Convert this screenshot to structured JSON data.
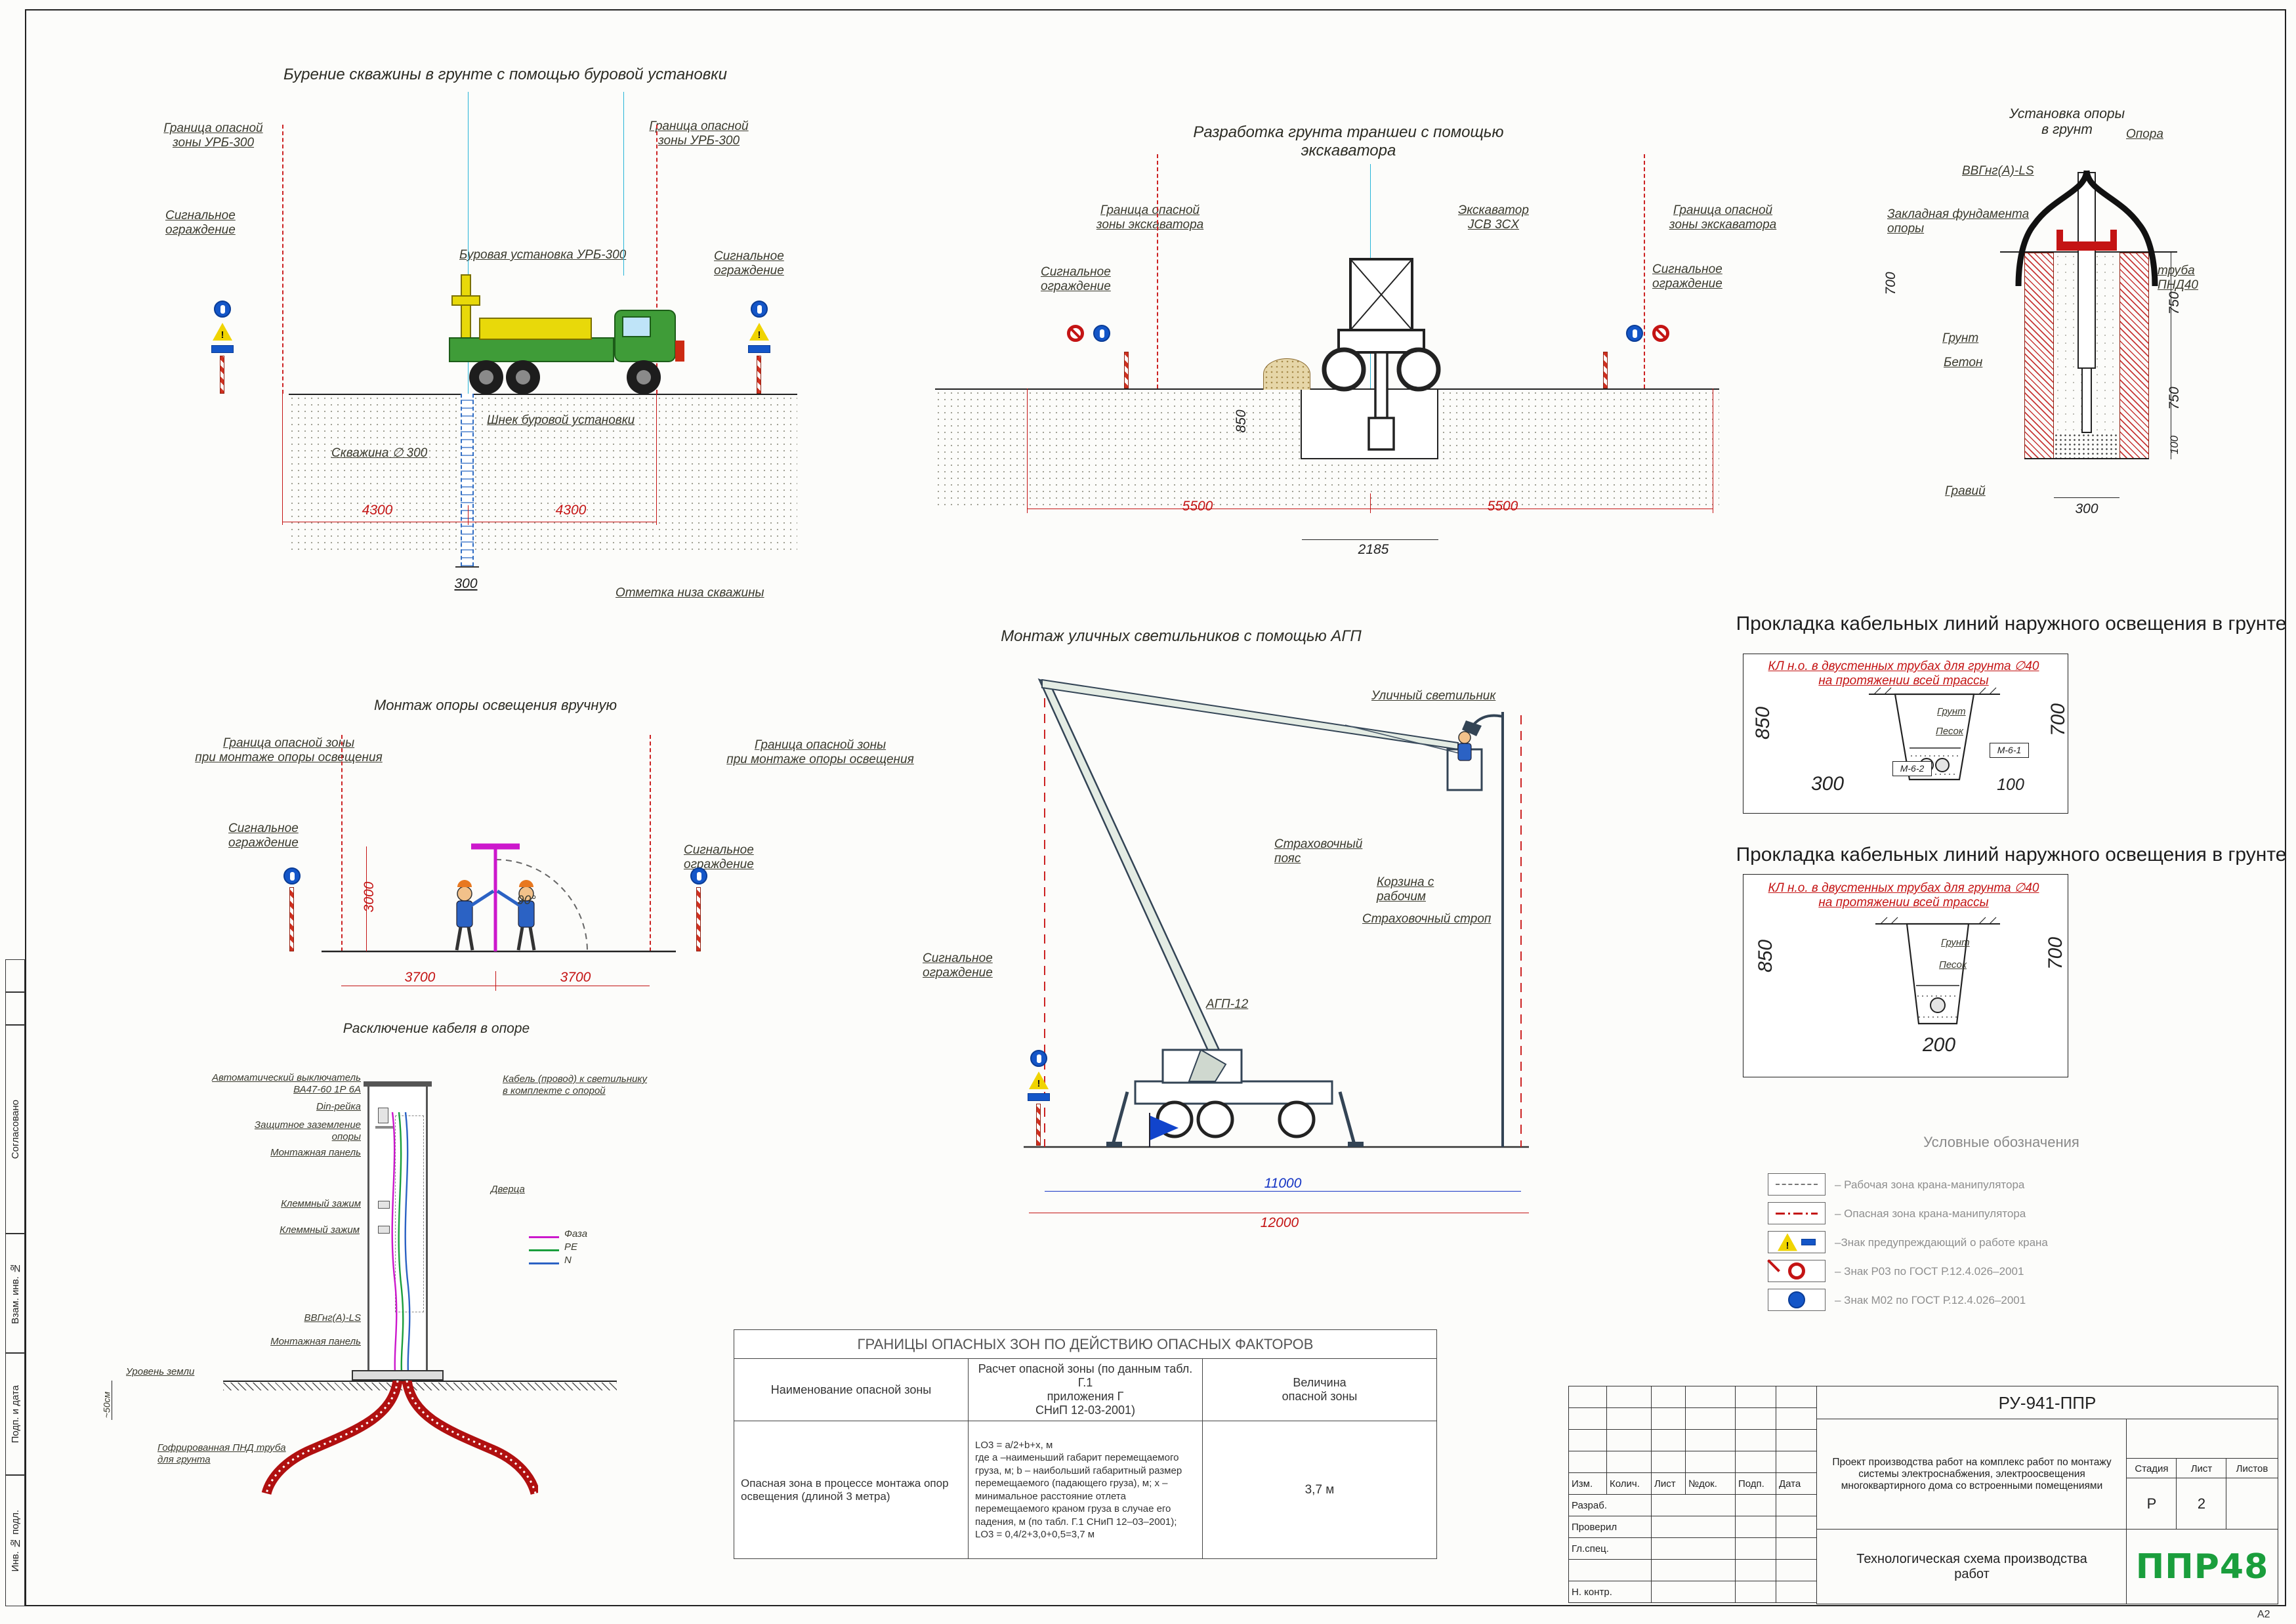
{
  "sheet": {
    "format": "А2"
  },
  "stamp_strip": {
    "soglasovano": "Согласовано",
    "vzam": "Взам. инв. №",
    "podp": "Подп. и дата",
    "inv": "Инв. № подл."
  },
  "drilling": {
    "title": "Бурение скважины в грунте с помощью буровой установки",
    "boundary_left": "Граница опасной\nзоны УРБ-300",
    "boundary_right": "Граница опасной\nзоны УРБ-300",
    "fence_left": "Сигнальное\nограждение",
    "fence_right": "Сигнальное\nограждение",
    "rig_label": "Буровая установка УРБ-300",
    "auger_label": "Шнек буровой установки",
    "well_label": "Скважина ∅ 300",
    "bottom_label": "Отметка низа скважины",
    "dim_left": "4300",
    "dim_right": "4300",
    "dim_well": "300"
  },
  "excavation": {
    "title": "Разработка грунта траншеи с помощью экскаватора",
    "boundary_left": "Граница опасной\nзоны экскаватора",
    "boundary_right": "Граница опасной\nзоны экскаватора",
    "machine_label": "Экскаватор\nJCB 3CX",
    "fence_left": "Сигнальное\nограждение",
    "fence_right": "Сигнальное\nограждение",
    "dim_left": "5500",
    "dim_right": "5500",
    "dim_width": "2185",
    "dim_depth": "850"
  },
  "foundation": {
    "title": "Установка опоры\nв грунт",
    "opora": "Опора",
    "cable": "ВВГнг(А)-LS",
    "embed": "Закладная фундамента\nопоры",
    "pipe": "труба\nПНД40",
    "soil": "Грунт",
    "concrete": "Бетон",
    "gravel": "Гравий",
    "dim_700": "700",
    "dim_750a": "750",
    "dim_750b": "750",
    "dim_100": "100",
    "dim_300": "300"
  },
  "manual_pole": {
    "title": "Монтаж опоры освещения вручную",
    "boundary_left": "Граница опасной зоны\nпри монтаже опоры освещения",
    "boundary_right": "Граница опасной зоны\nпри монтаже опоры освещения",
    "fence_left": "Сигнальное\nограждение",
    "fence_right": "Сигнальное\nограждение",
    "angle": "90°",
    "dim_height": "3000",
    "dim_left": "3700",
    "dim_right": "3700"
  },
  "agp": {
    "title": "Монтаж уличных светильников с помощью АГП",
    "lamp": "Уличный светильник",
    "belt": "Страховочный\nпояс",
    "basket": "Корзина с\nрабочим",
    "strop": "Страховочный строп",
    "fence": "Сигнальное\nограждение",
    "machine": "АГП-12",
    "dim_inner": "11000",
    "dim_outer": "12000"
  },
  "cable1": {
    "title": "Прокладка  кабельных  линий  наружного  освещения  в  грунте",
    "note": "КЛ н.о. в двустенных трубах для грунта ∅40\nна протяжении всей трассы",
    "soil": "Грунт",
    "sand": "Песок",
    "mark_left": "М-6-2",
    "mark_right": "М-6-1",
    "dim_depth": "850",
    "dim_right": "700",
    "dim_width": "300",
    "dim_100": "100"
  },
  "cable2": {
    "title": "Прокладка  кабельных  линий  наружного  освещения  в  грунте",
    "note": "КЛ н.о. в двустенных трубах для грунта ∅40\nна протяжении всей трассы",
    "soil": "Грунт",
    "sand": "Песок",
    "dim_depth": "850",
    "dim_right": "700",
    "dim_width": "200"
  },
  "wiring": {
    "title": "Расключение кабеля в опоре",
    "breaker": "Автоматический выключатель\nВА47-60 1Р 6А",
    "din": "Din-рейка",
    "ground_protect": "Защитное заземление\nопоры",
    "panel1": "Монтажная панель",
    "clamp1": "Клеммный зажим",
    "clamp2": "Клеммный зажим",
    "cable_lamp": "Кабель (провод) к светильнику\nв комплекте с опорой",
    "door": "Дверца",
    "phase": "Фаза",
    "pe": "PE",
    "n": "N",
    "vvg": "ВВГнг(А)-LS",
    "panel2": "Монтажная панель",
    "ground_level": "Уровень земли",
    "depth": "~50см",
    "pipe": "Гофрированная ПНД труба\nдля грунта"
  },
  "hazard_table": {
    "title": "ГРАНИЦЫ ОПАСНЫХ ЗОН ПО ДЕЙСТВИЮ ОПАСНЫХ ФАКТОРОВ",
    "col_name": "Наименование опасной зоны",
    "col_calc": "Расчет опасной зоны (по данным табл. Г.1\nприложения Г\nСНиП 12-03-2001)",
    "col_value": "Величина\nопасной зоны",
    "row_name": "Опасная зона в процессе монтажа опор\nосвещения (длиной 3 метра)",
    "row_calc": "LО3 = а/2+b+х, м\nгде а –наименьший габарит перемещаемого груза, м; b – наибольший габаритный размер перемещаемого (падающего груза), м; х – минимальное расстояние отлета перемещаемого краном груза в случае его падения, м (по табл. Г.1 СНиП 12–03–2001); LО3 = 0,4/2+3,0+0,5=3,7 м",
    "row_value": "3,7 м"
  },
  "legend": {
    "title": "Условные обозначения",
    "items": [
      {
        "label": "– Рабочая зона крана-манипулятора"
      },
      {
        "label": "– Опасная зона крана-манипулятора"
      },
      {
        "label": "–Знак предупреждающий о работе крана"
      },
      {
        "label": "– Знак Р03 по ГОСТ Р.12.4.026–2001"
      },
      {
        "label": "– Знак М02 по ГОСТ Р.12.4.026–2001"
      }
    ]
  },
  "title_block": {
    "doc_code": "РУ-941-ППР",
    "col_izm": "Изм.",
    "col_kol": "Колич.",
    "col_list": "Лист",
    "col_ndok": "№док.",
    "col_podp": "Подп.",
    "col_data": "Дата",
    "row_razrab": "Разраб.",
    "row_proveril": "Проверил",
    "row_glspec": "Гл.спец.",
    "row_nkontr": "Н. контр.",
    "project": "Проект производства работ на комплекс работ по монтажу системы электроснабжения, электроосвещения многоквартирного дома со встроенными помещениями",
    "stage_label": "Стадия",
    "sheet_label": "Лист",
    "sheets_label": "Листов",
    "stage_value": "Р",
    "sheet_value": "2",
    "doc_title": "Технологическая схема производства\nработ",
    "logo": "ППР48"
  }
}
